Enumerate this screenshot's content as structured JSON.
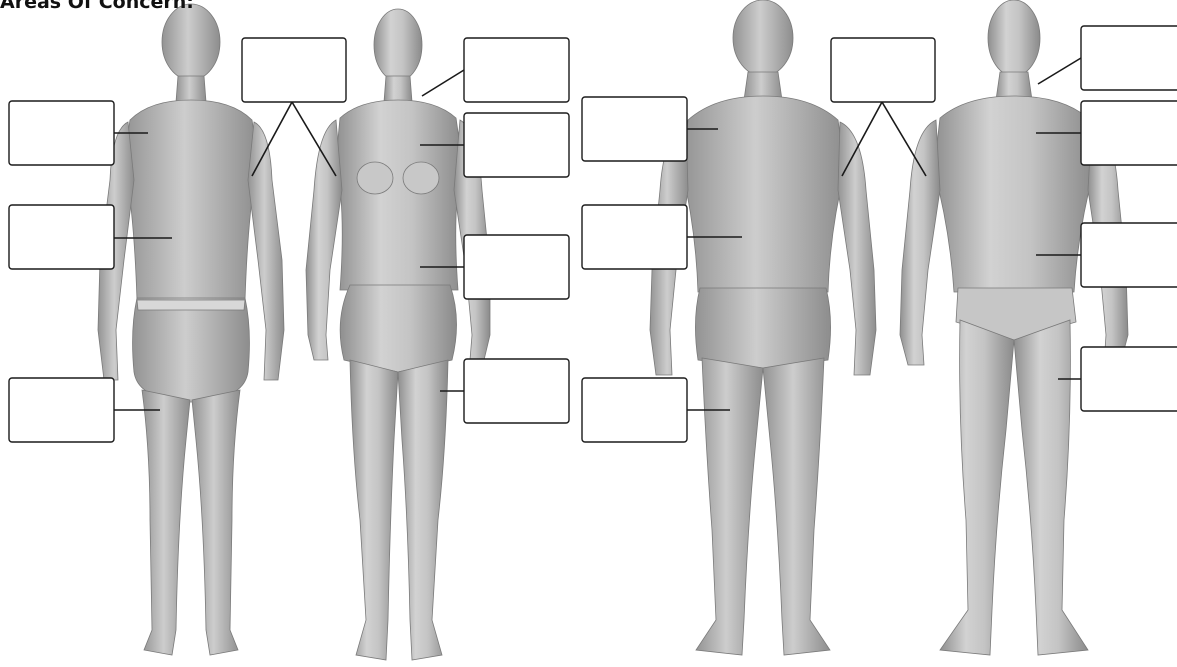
{
  "header": {
    "title": "Areas Of Concern:"
  },
  "figures": [
    {
      "name": "female-back",
      "label_boxes": 4
    },
    {
      "name": "female-front",
      "label_boxes": 4
    },
    {
      "name": "male-back",
      "label_boxes": 4
    },
    {
      "name": "male-front",
      "label_boxes": 4
    }
  ],
  "colors": {
    "figure": "#b9b9b9",
    "figure_shadow": "#8c8c8c",
    "box_stroke": "#1a1a1a",
    "background": "#ffffff"
  }
}
